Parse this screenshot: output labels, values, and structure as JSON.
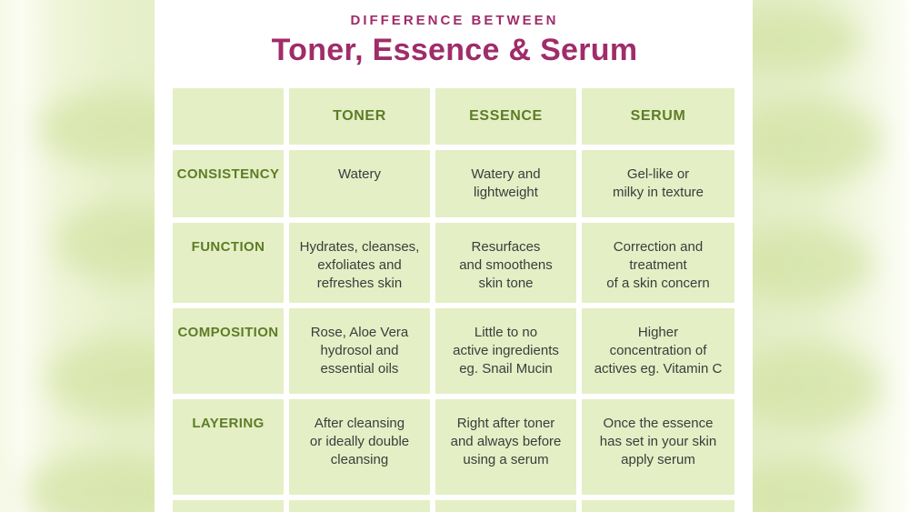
{
  "header": {
    "kicker": "DIFFERENCE BETWEEN",
    "title": "Toner, Essence & Serum"
  },
  "colors": {
    "magenta": "#9f2d69",
    "cell_green": "#e4efc5",
    "label_green": "#5e7c26",
    "body_text": "#3c3c3c"
  },
  "table": {
    "columns": [
      "TONER",
      "ESSENCE",
      "SERUM"
    ],
    "rows": [
      {
        "label": "CONSISTENCY",
        "cells": [
          "Watery",
          "Watery and\nlightweight",
          "Gel-like or\nmilky in texture"
        ]
      },
      {
        "label": "FUNCTION",
        "cells": [
          "Hydrates, cleanses,\nexfoliates and\nrefreshes skin",
          "Resurfaces\nand smoothens\nskin tone",
          "Correction and\ntreatment\nof a skin concern"
        ]
      },
      {
        "label": "COMPOSITION",
        "cells": [
          "Rose, Aloe Vera\nhydrosol and\nessential oils",
          "Little to no\nactive ingredients\neg. Snail Mucin",
          "Higher\nconcentration of\nactives eg. Vitamin C"
        ]
      },
      {
        "label": "LAYERING",
        "cells": [
          "After cleansing\nor ideally double\ncleansing",
          "Right after toner\nand always before\nusing a serum",
          "Once the essence\nhas set in your skin\napply serum"
        ]
      }
    ]
  },
  "chart_data": {
    "type": "table",
    "title": "DIFFERENCE BETWEEN Toner, Essence & Serum",
    "columns": [
      "",
      "TONER",
      "ESSENCE",
      "SERUM"
    ],
    "rows": [
      [
        "CONSISTENCY",
        "Watery",
        "Watery and lightweight",
        "Gel-like or milky in texture"
      ],
      [
        "FUNCTION",
        "Hydrates, cleanses, exfoliates and refreshes skin",
        "Resurfaces and smoothens skin tone",
        "Correction and treatment of a skin concern"
      ],
      [
        "COMPOSITION",
        "Rose, Aloe Vera hydrosol and essential oils",
        "Little to no active ingredients eg. Snail Mucin",
        "Higher concentration of actives eg. Vitamin C"
      ],
      [
        "LAYERING",
        "After cleansing or ideally double cleansing",
        "Right after toner and always before using a serum",
        "Once the essence has set in your skin apply serum"
      ]
    ]
  }
}
